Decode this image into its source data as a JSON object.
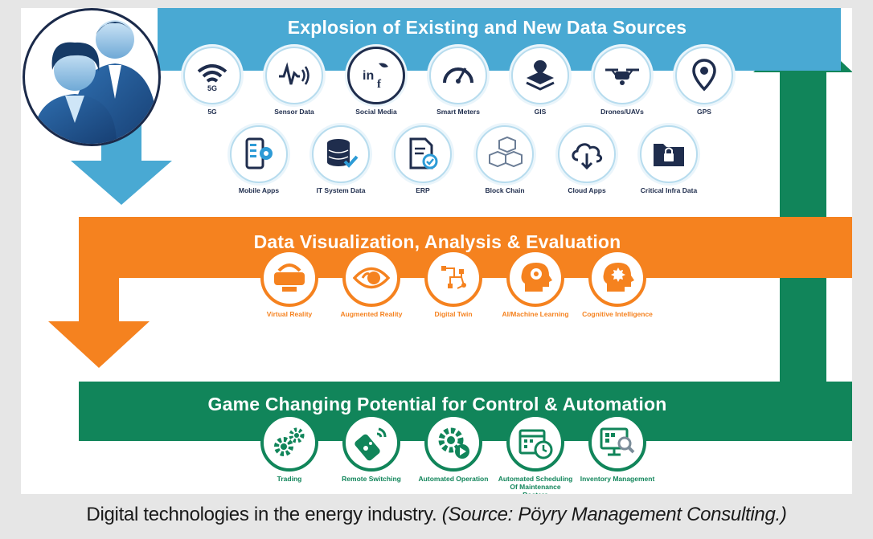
{
  "bands": {
    "sources": {
      "title": "Explosion of Existing and New Data Sources",
      "color": "#49a9d3",
      "icons": [
        {
          "label": "5G",
          "icon": "wifi-5g-icon"
        },
        {
          "label": "Sensor Data",
          "icon": "sensor-wave-icon"
        },
        {
          "label": "Social Media",
          "icon": "social-media-icon"
        },
        {
          "label": "Smart Meters",
          "icon": "gauge-icon"
        },
        {
          "label": "GIS",
          "icon": "map-layers-icon"
        },
        {
          "label": "Drones/UAVs",
          "icon": "drone-icon"
        },
        {
          "label": "GPS",
          "icon": "location-pin-icon"
        },
        {
          "label": "Mobile Apps",
          "icon": "mobile-gear-icon"
        },
        {
          "label": "IT System Data",
          "icon": "database-check-icon"
        },
        {
          "label": "ERP",
          "icon": "document-check-icon"
        },
        {
          "label": "Block Chain",
          "icon": "blocks-icon"
        },
        {
          "label": "Cloud Apps",
          "icon": "cloud-icon"
        },
        {
          "label": "Critical Infra Data",
          "icon": "locked-folder-icon"
        }
      ]
    },
    "analysis": {
      "title": "Data Visualization, Analysis & Evaluation",
      "color": "#f5821f",
      "icons": [
        {
          "label": "Virtual Reality",
          "icon": "vr-headset-icon"
        },
        {
          "label": "Augmented Reality",
          "icon": "eye-icon"
        },
        {
          "label": "Digital Twin",
          "icon": "circuit-icon"
        },
        {
          "label": "AI/Machine Learning",
          "icon": "head-gear-icon"
        },
        {
          "label": "Cognitive Intelligence",
          "icon": "head-cog-icon"
        }
      ]
    },
    "automation": {
      "title": "Game Changing Potential for Control & Automation",
      "color": "#11855a",
      "icons": [
        {
          "label": "Trading",
          "icon": "gears-icon"
        },
        {
          "label": "Remote Switching",
          "icon": "remote-icon"
        },
        {
          "label": "Automated Operation",
          "icon": "gear-play-icon"
        },
        {
          "label": "Automated Scheduling Of Maintenance Rosters",
          "icon": "calendar-clock-icon"
        },
        {
          "label": "Inventory Management",
          "icon": "monitor-search-icon"
        }
      ]
    }
  },
  "caption": {
    "main": "Digital technologies in the energy industry.",
    "source": "(Source: Pöyry Management Consulting.)"
  }
}
